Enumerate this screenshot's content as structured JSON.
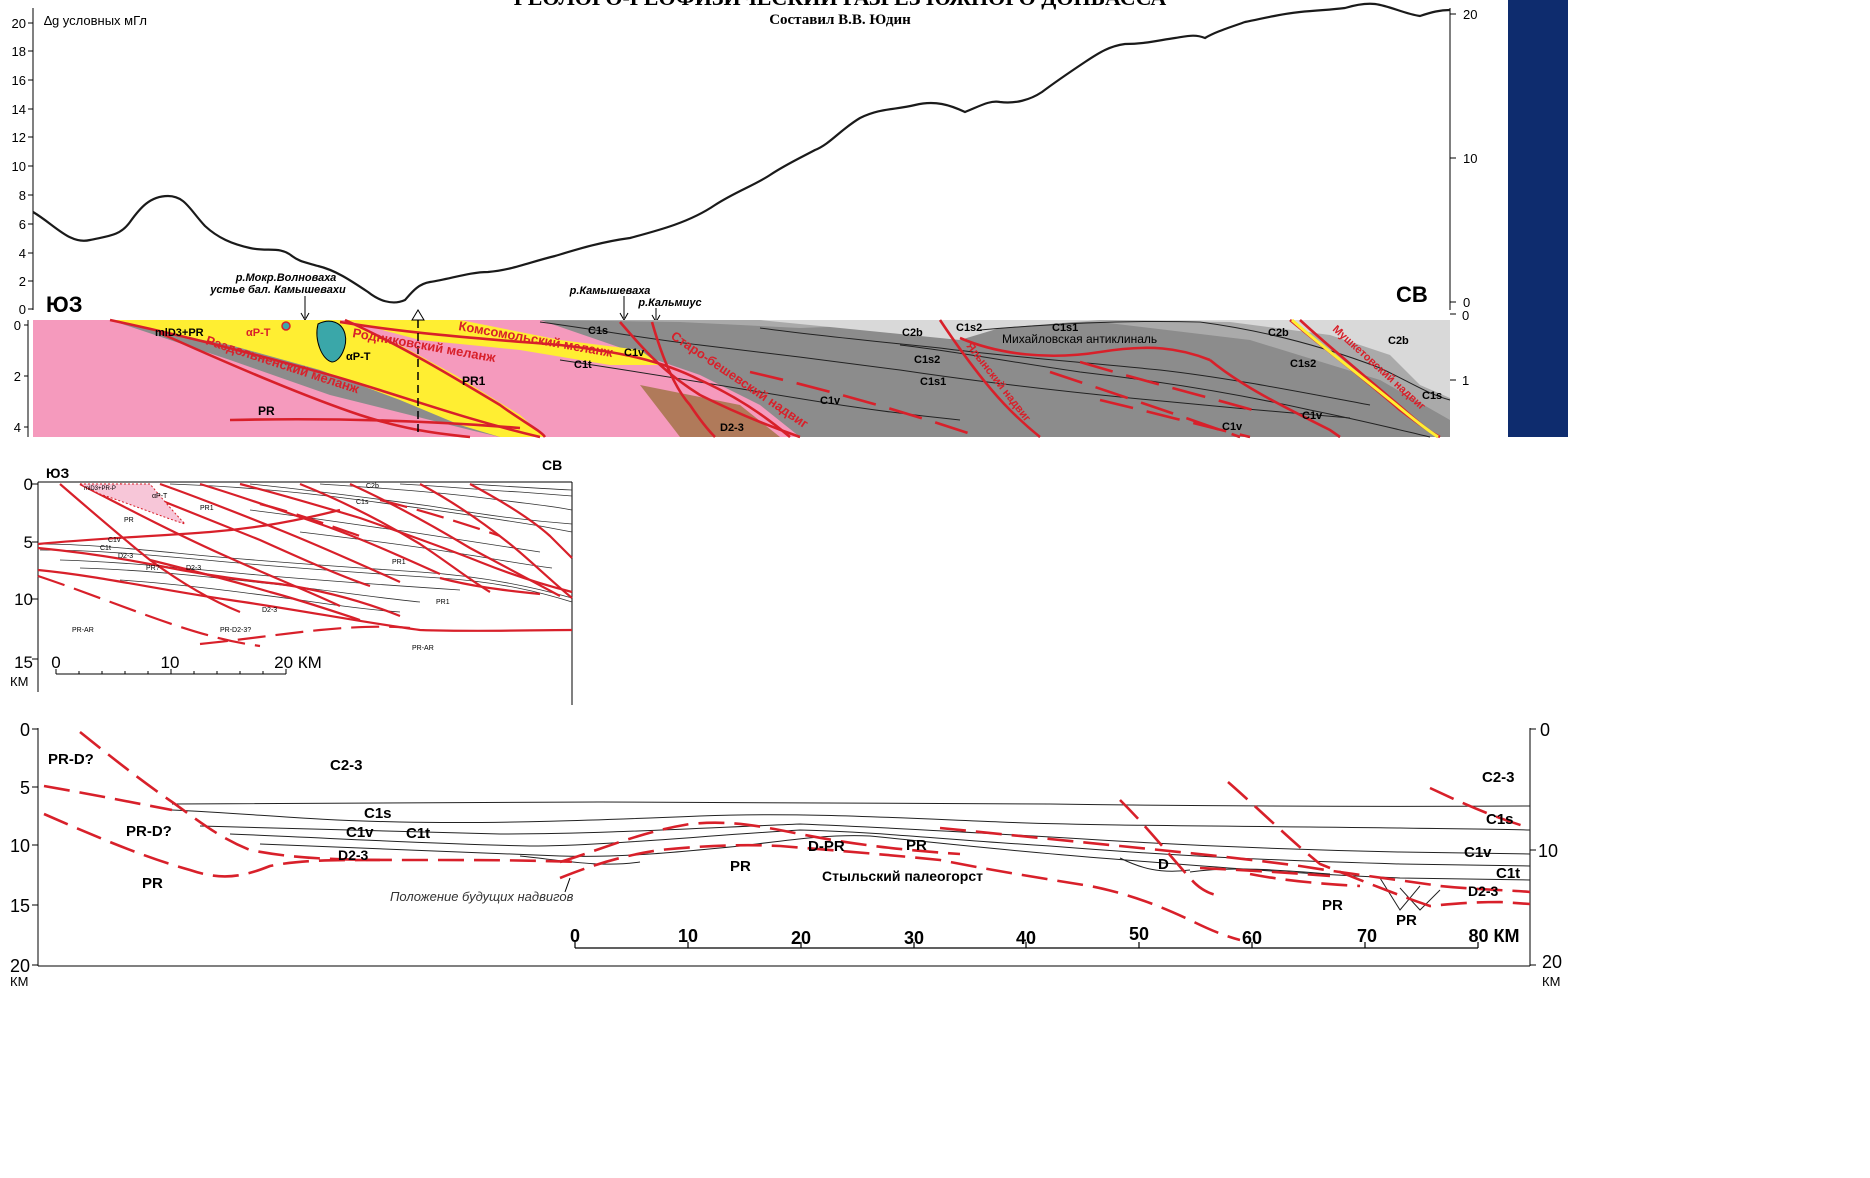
{
  "header": {
    "title": "ГЕОЛОГО-ГЕОФИЗИЧЕСКИЙ РАЗРЕЗ ЮЖНОГО ДОНБАССА",
    "author": "Составил В.В. Юдин"
  },
  "colors": {
    "fault_red": "#d8202a",
    "pr_pink": "#f59abd",
    "melange_yellow": "#ffee32",
    "dark_gray": "#8c8c8c",
    "mid_gray": "#aaaaaa",
    "light_gray": "#d9d9d9",
    "intrusion_teal": "#3aa7a9",
    "side_panel_blue": "#0e2c6e"
  },
  "top_section": {
    "gravity_axis_label": "∆g условных мГл",
    "left_gravity_ticks": [
      "20",
      "18",
      "16",
      "14",
      "12",
      "10",
      "8",
      "6",
      "4",
      "2",
      "0"
    ],
    "right_gravity_ticks": [
      "20",
      "10",
      "0"
    ],
    "left_depth_ticks": [
      "0",
      "2",
      "4"
    ],
    "right_depth_ticks": [
      "0",
      "1"
    ],
    "sw_label": "ЮЗ",
    "ne_label": "СВ",
    "rivers": {
      "mokr_1": "р.Мокр.Волноваха",
      "mokr_2": "устье бал. Камышевахи",
      "kamyshevakha": "р.Камышеваха",
      "kalmius": "р.Кальмиус"
    },
    "units": {
      "mld": "mlD3+PR",
      "apt1": "αP-T",
      "apt2": "αP-T",
      "pr": "PR",
      "pr1": "PR1",
      "c1s_a": "C1s",
      "c1v_a": "C1v",
      "c1t": "C1t",
      "d23": "D2-3",
      "c1v_b": "C1v",
      "c2b_a": "C2b",
      "c1s2_a": "C1s2",
      "c1s1_a": "C1s1",
      "c1s2_b": "C1s2",
      "c1s1_b": "C1s1",
      "c2b_b": "C2b",
      "c1s2_c": "C1s2",
      "c1v_c": "C1v",
      "c1v_d": "C1v",
      "c2b_c": "C2b",
      "c1s_b": "C1s",
      "mikh": "Михайловская антиклиналь"
    },
    "structures": {
      "razdol": "Раздольненский меланж",
      "rodnik": "Родниковский меланж",
      "komsom": "Комсомольский меланж",
      "starobesh": "Старо-бешевский надвиг",
      "yalyn": "Ялынский надвиг",
      "mushket": "Мушкетовский надвиг"
    }
  },
  "middle_section": {
    "sw_label": "ЮЗ",
    "ne_label": "СВ",
    "depth_ticks": [
      "0",
      "5",
      "10",
      "15"
    ],
    "depth_unit": "КМ",
    "scale_ticks": [
      "0",
      "10",
      "20 КМ"
    ],
    "units": {
      "pr": "PR",
      "pr1_a": "PR1",
      "pr1_b": "PR1",
      "pr1_c": "PR1",
      "pr_q": "PR?",
      "prar_a": "PR-AR",
      "prar_b": "PR-AR",
      "prd": "PR-D2-3?",
      "c1v": "C1v",
      "c1t": "C1t",
      "d23_a": "D2-3",
      "d23_b": "D2-3",
      "d23_c": "D2-3",
      "c1s": "C1s",
      "c2b": "C2b",
      "apt": "αP-T",
      "mld": "mlD3+PR-P"
    }
  },
  "bottom_section": {
    "left_depth_ticks": [
      "0",
      "5",
      "10",
      "15",
      "20"
    ],
    "right_depth_ticks": [
      "0",
      "10",
      "20"
    ],
    "depth_unit": "КМ",
    "scale_ticks": [
      "0",
      "10",
      "20",
      "30",
      "40",
      "50",
      "60",
      "70",
      "80 КМ"
    ],
    "units": {
      "prd_a": "PR-D?",
      "prd_b": "PR-D?",
      "pr_a": "PR",
      "c23_a": "C2-3",
      "c1s_a": "C1s",
      "c1v_a": "C1v",
      "c1t_a": "C1t",
      "d23_a": "D2-3",
      "pr_b": "PR",
      "dpr": "D-PR",
      "pr_c": "PR",
      "d": "D",
      "pr_d": "PR",
      "pr_e": "PR",
      "c23_b": "C2-3",
      "c1s_b": "C1s",
      "c1v_b": "C1v",
      "c1t_b": "C1t",
      "d23_b": "D2-3"
    },
    "paleohorst": "Стыльский палеогорст",
    "future_thrusts": "Положение будущих надвигов"
  }
}
